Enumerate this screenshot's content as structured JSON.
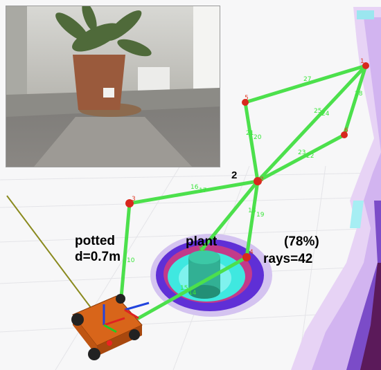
{
  "camera_inset": {
    "description_icon": "camera-image-icon"
  },
  "overlay": {
    "label_potted": "potted",
    "label_distance": "d=0.7m",
    "label_plant": "plant",
    "label_confidence": "(78%)",
    "label_rays": "rays=42",
    "label_graph_id": "2"
  },
  "graph": {
    "nodes": [
      "1",
      "2",
      "3",
      "4",
      "5",
      "6"
    ],
    "edge_labels": [
      "27",
      "28",
      "25",
      "24",
      "21",
      "20",
      "23",
      "22",
      "16",
      "17",
      "18",
      "19",
      "10",
      "15",
      "14",
      "12"
    ]
  },
  "colors": {
    "graph_edge": "#4ce04c",
    "graph_node": "#d8281e",
    "costmap_core": "#3fe8e0",
    "costmap_mid": "#5a2ad8",
    "costmap_outer": "#d9b3f2",
    "robot_body": "#d8651a",
    "plant_marker": "#2aa88a"
  }
}
